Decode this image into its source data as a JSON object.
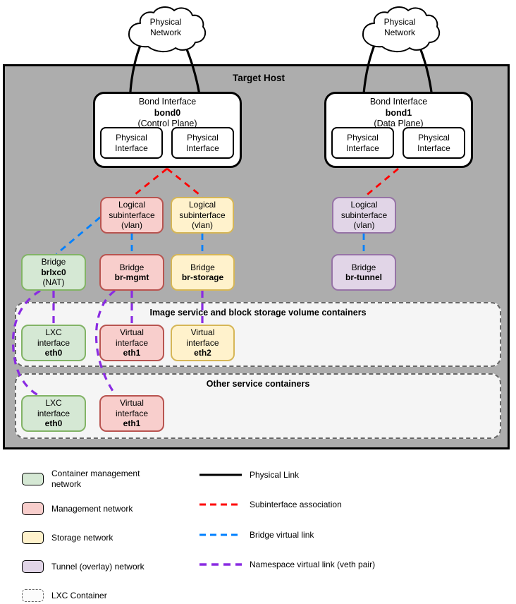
{
  "colors": {
    "green_fill": "#d5e8d4",
    "green_stroke": "#82b366",
    "red_fill": "#f8cecc",
    "red_stroke": "#b85450",
    "yellow_fill": "#fff2cc",
    "yellow_stroke": "#d6b656",
    "purple_fill": "#e1d5e7",
    "purple_stroke": "#9673a6",
    "host_bg": "#adadad",
    "host_stroke": "#000000",
    "container_bg": "#f5f5f5",
    "container_stroke": "#666666",
    "link_black": "#000000",
    "link_red": "#ff0000",
    "link_blue": "#0080ff",
    "link_purple": "#8a2be2"
  },
  "clouds": {
    "left": "Physical\nNetwork",
    "right": "Physical\nNetwork"
  },
  "host": {
    "title": "Target Host"
  },
  "bond0": {
    "label": "Bond Interface",
    "name": "bond0",
    "plane": "(Control Plane)",
    "if1": "Physical\nInterface",
    "if2": "Physical\nInterface"
  },
  "bond1": {
    "label": "Bond Interface",
    "name": "bond1",
    "plane": "(Data Plane)",
    "if1": "Physical\nInterface",
    "if2": "Physical\nInterface"
  },
  "subinterfaces": {
    "mgmt": "Logical\nsubinterface\n(vlan)",
    "storage": "Logical\nsubinterface\n(vlan)",
    "tunnel": "Logical\nsubinterface\n(vlan)"
  },
  "bridges": {
    "lxc": {
      "label": "Bridge",
      "name": "brlxc0",
      "note": "(NAT)"
    },
    "mgmt": {
      "label": "Bridge",
      "name": "br-mgmt"
    },
    "storage": {
      "label": "Bridge",
      "name": "br-storage"
    },
    "tunnel": {
      "label": "Bridge",
      "name": "br-tunnel"
    }
  },
  "containers": {
    "image": {
      "title": "Image service and block storage volume containers",
      "eth0": {
        "label": "LXC\ninterface",
        "name": "eth0"
      },
      "eth1": {
        "label": "Virtual\ninterface",
        "name": "eth1"
      },
      "eth2": {
        "label": "Virtual\ninterface",
        "name": "eth2"
      }
    },
    "other": {
      "title": "Other service containers",
      "eth0": {
        "label": "LXC\ninterface",
        "name": "eth0"
      },
      "eth1": {
        "label": "Virtual\ninterface",
        "name": "eth1"
      }
    }
  },
  "legend": {
    "swatches": [
      {
        "label": "Container management\nnetwork"
      },
      {
        "label": "Management network"
      },
      {
        "label": "Storage network"
      },
      {
        "label": "Tunnel (overlay) network"
      },
      {
        "label": "LXC Container"
      }
    ],
    "links": [
      {
        "label": "Physical Link"
      },
      {
        "label": "Subinterface association"
      },
      {
        "label": "Bridge virtual link"
      },
      {
        "label": "Namespace virtual link (veth pair)"
      }
    ]
  }
}
